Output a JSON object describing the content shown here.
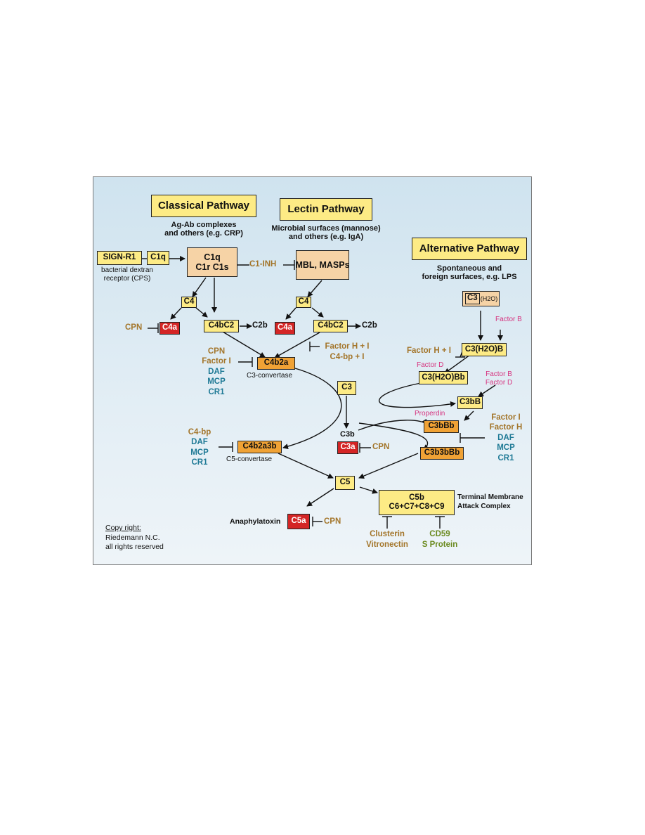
{
  "titles": {
    "classical": "Classical Pathway",
    "lectin": "Lectin Pathway",
    "alternative": "Alternative Pathway"
  },
  "triggers": {
    "classical_1": "Ag-Ab complexes",
    "classical_2": "and others (e.g. CRP)",
    "lectin_1": "Microbial surfaces (mannose)",
    "lectin_2": "and others (e.g. IgA)",
    "alternative_1": "Spontaneous and",
    "alternative_2": "foreign surfaces, e.g. LPS"
  },
  "nodes": {
    "sign_r1": "SIGN-R1",
    "c1q_small": "C1q",
    "bact_1": "bacterial dextran",
    "bact_2": "receptor (CPS)",
    "c1_1": "C1q",
    "c1_2": "C1r  C1s",
    "c1_inh": "C1-INH",
    "mbl": "MBL, MASPs",
    "c4_left": "C4",
    "c4_right": "C4",
    "c4a_left": "C4a",
    "c4a_right": "C4a",
    "c4bc2_left": "C4bC2",
    "c4bc2_right": "C4bC2",
    "c2b_left": "C2b",
    "c2b_right": "C2b",
    "c4b2a": "C4b2a",
    "c3_conv": "C3-convertase",
    "c3": "C3",
    "c3b": "C3b",
    "c3a": "C3a",
    "c4b2a3b": "C4b2a3b",
    "c5_conv": "C5-convertase",
    "c5": "C5",
    "c5a": "C5a",
    "anaphylatoxin": "Anaphylatoxin",
    "c5b_1": "C5b",
    "c5b_2": "C6+C7+C8+C9",
    "tmac_1": "Terminal Membrane",
    "tmac_2": "Attack Complex",
    "c3h2o": "C3",
    "c3h2o_sub": "(H2O)",
    "c3h2ob": "C3(H2O)B",
    "c3h2obb": "C3(H2O)Bb",
    "c3bb": "C3bB",
    "c3bbb": "C3bBb",
    "c3b3bbb": "C3b3bBb"
  },
  "regulators": {
    "cpn_left": "CPN",
    "cpn_c3a": "CPN",
    "cpn_c5a": "CPN",
    "fhi_lectin_1": "Factor H + I",
    "fhi_lectin_2": "C4-bp + I",
    "c3conv_cpn": "CPN",
    "c3conv_fi": "Factor I",
    "c3conv_daf": "DAF",
    "c3conv_mcp": "MCP",
    "c3conv_cr1": "CR1",
    "c5conv_c4bp": "C4-bp",
    "c5conv_daf": "DAF",
    "c5conv_mcp": "MCP",
    "c5conv_cr1": "CR1",
    "alt_fhi": "Factor H + I",
    "alt_fi": "Factor I",
    "alt_fh": "Factor H",
    "alt_daf": "DAF",
    "alt_mcp": "MCP",
    "alt_cr1": "CR1",
    "clusterin": "Clusterin",
    "vitronectin": "Vitronectin",
    "cd59": "CD59",
    "s_protein": "S Protein"
  },
  "factors": {
    "factor_b_1": "Factor B",
    "factor_d_1": "Factor D",
    "factor_b_2": "Factor B",
    "factor_d_2": "Factor D",
    "properdin": "Properdin"
  },
  "copyright": {
    "line1": "Copy right:",
    "line2": "Riedemann N.C.",
    "line3": "all rights reserved"
  },
  "colors": {
    "title_box": "#fdeb85",
    "peach_box": "#f6d3a6",
    "orange_box": "#f0a235",
    "red_box": "#d42525",
    "regulator_brown": "#a3752a",
    "regulator_teal": "#1f7a96",
    "factor_pink": "#d6347f",
    "regulator_olive": "#6b8a1f"
  }
}
